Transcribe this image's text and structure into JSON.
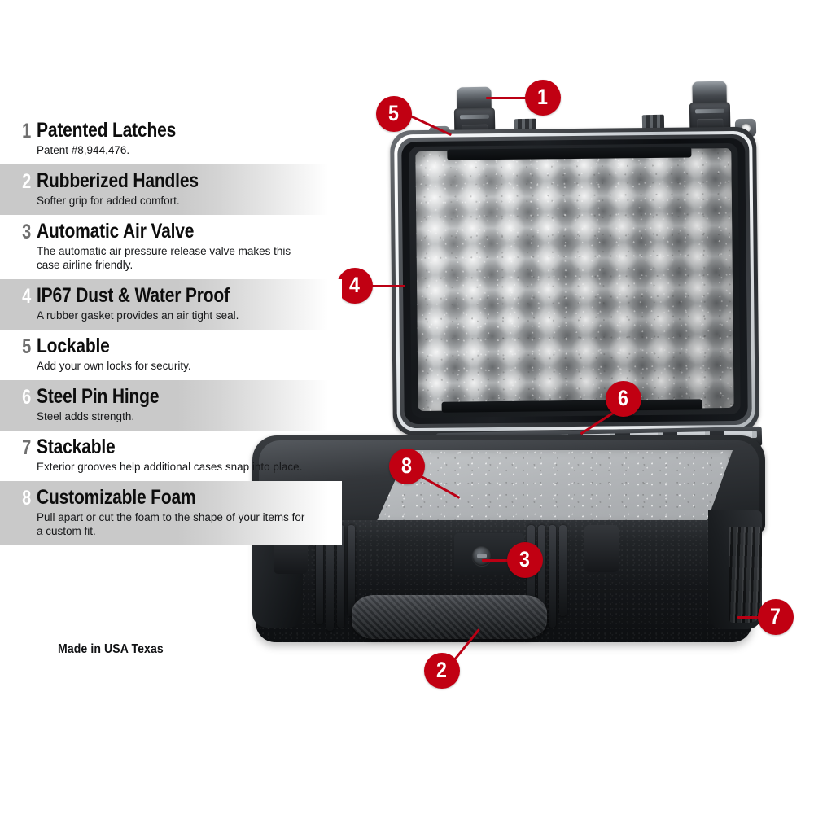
{
  "features": [
    {
      "number": "1",
      "title": "Patented Latches",
      "description": "Patent #8,944,476.",
      "shaded": false
    },
    {
      "number": "2",
      "title": "Rubberized Handles",
      "description": "Softer grip for added comfort.",
      "shaded": true
    },
    {
      "number": "3",
      "title": "Automatic Air Valve",
      "description": "The automatic air pressure release valve makes this case airline friendly.",
      "shaded": false
    },
    {
      "number": "4",
      "title": "IP67 Dust & Water Proof",
      "description": "A rubber gasket provides an air tight seal.",
      "shaded": true
    },
    {
      "number": "5",
      "title": "Lockable",
      "description": "Add your own locks for security.",
      "shaded": false
    },
    {
      "number": "6",
      "title": "Steel Pin Hinge",
      "description": "Steel adds strength.",
      "shaded": true
    },
    {
      "number": "7",
      "title": "Stackable",
      "description": "Exterior grooves help additional cases snap into place.",
      "shaded": false
    },
    {
      "number": "8",
      "title": "Customizable Foam",
      "description": "Pull apart or cut the foam to the shape of your items for a custom fit.",
      "shaded": true
    }
  ],
  "footer": {
    "made_in": "Made in USA Texas"
  },
  "callouts": [
    {
      "number": "1",
      "target": "patented-latches"
    },
    {
      "number": "2",
      "target": "rubberized-handle"
    },
    {
      "number": "3",
      "target": "automatic-air-valve"
    },
    {
      "number": "4",
      "target": "rubber-gasket-seal"
    },
    {
      "number": "5",
      "target": "padlock-hasp"
    },
    {
      "number": "6",
      "target": "steel-pin-hinge"
    },
    {
      "number": "7",
      "target": "stacking-grooves"
    },
    {
      "number": "8",
      "target": "customizable-foam"
    }
  ],
  "colors": {
    "accent_red": "#c10012",
    "leader_red": "#bb0014",
    "row_shade": "#c9c9c9",
    "title_text": "#0d0d0d",
    "number_text": "#6f6f6f",
    "number_text_shaded": "#ffffff"
  },
  "product": {
    "case_color": "Black",
    "foam_color": "Gray"
  }
}
